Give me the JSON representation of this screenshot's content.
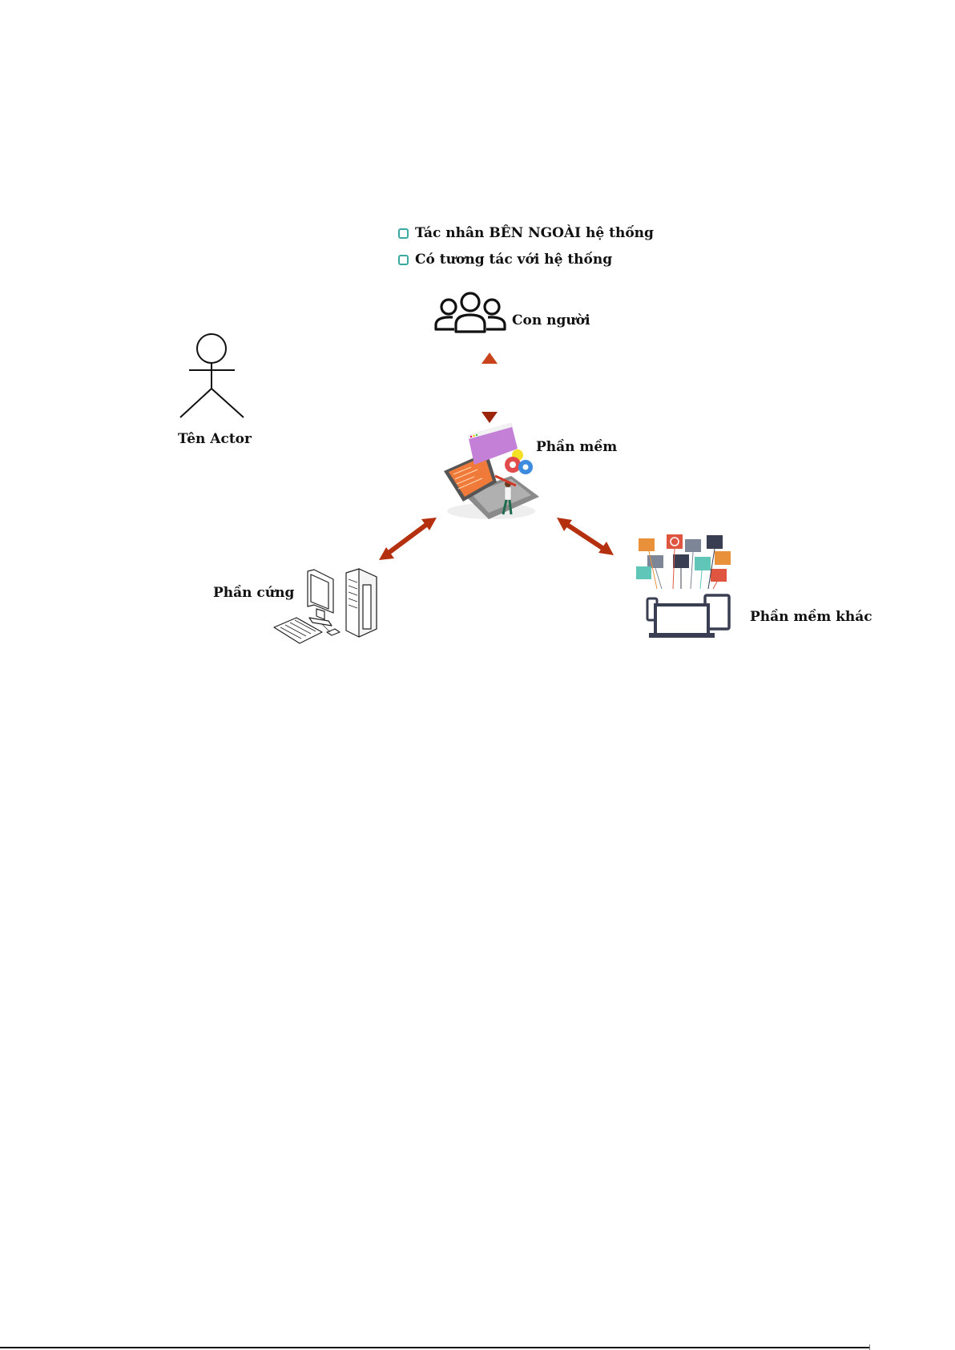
{
  "bullets": [
    {
      "text": "Tác nhân BÊN NGOÀI hệ thống"
    },
    {
      "text": "Có tương tác với hệ thống"
    }
  ],
  "actor": {
    "label": "Tên Actor",
    "icon": "stick-figure-icon"
  },
  "nodes": {
    "human": {
      "label": "Con người",
      "icon": "people-group-icon"
    },
    "software": {
      "label": "Phần mềm",
      "icon": "laptop-developer-icon"
    },
    "hardware": {
      "label": "Phần cứng",
      "icon": "desktop-computer-icon"
    },
    "other_software": {
      "label": "Phần mềm khác",
      "icon": "devices-apps-icon"
    }
  },
  "colors": {
    "arrow": "#b5300e",
    "checkbox_border": "#3aaaa0",
    "window_purple": "#c47fd6",
    "screen_orange": "#f07a3a"
  }
}
